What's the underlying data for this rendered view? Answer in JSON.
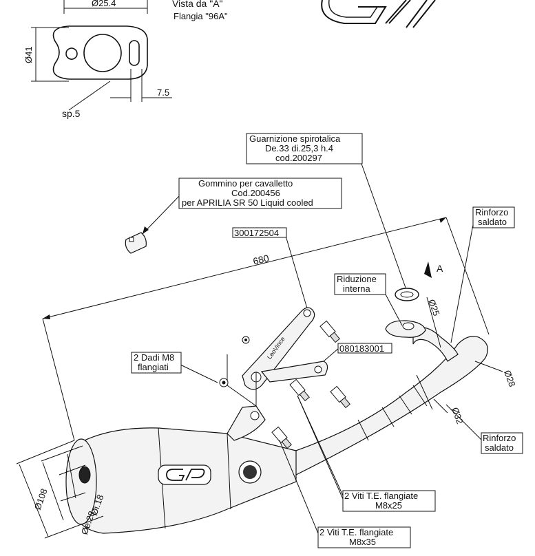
{
  "view": {
    "title": "Vista da \"A\"",
    "flange": "Flangia \"96A\"",
    "dim_width": "Ø25.4",
    "dim_height": "Ø41",
    "dim_slot": "7.5",
    "dim_thickness": "sp.5"
  },
  "labels": {
    "gasket": [
      "Guarnizione spirotalica",
      "De.33 di.25,3 h.4",
      "cod.200297"
    ],
    "rubber": [
      "Gommino per cavalletto",
      "Cod.200456",
      "per  APRILIA SR 50 Liquid cooled"
    ],
    "bracket_code": "300172504",
    "bracket_code2": "080183001",
    "reinforce_top": [
      "Rinforzo",
      "saldato"
    ],
    "reinforce_bottom": [
      "Rinforzo",
      "saldato"
    ],
    "reduction": [
      "Riduzione",
      "interna"
    ],
    "nuts": [
      "2 Dadi M8",
      "flangiati"
    ],
    "screws_a": [
      "2 Viti T.E. flangiate",
      "M8x25"
    ],
    "screws_b": [
      "2 Viti T.E. flangiate",
      "M8x35"
    ],
    "view_arrow": "A",
    "length": "680",
    "d25": "Ø25",
    "d28": "Ø28",
    "d32": "Ø32",
    "d108": "Ø108",
    "di18": "Øi.18",
    "de28": "Øe.28"
  }
}
